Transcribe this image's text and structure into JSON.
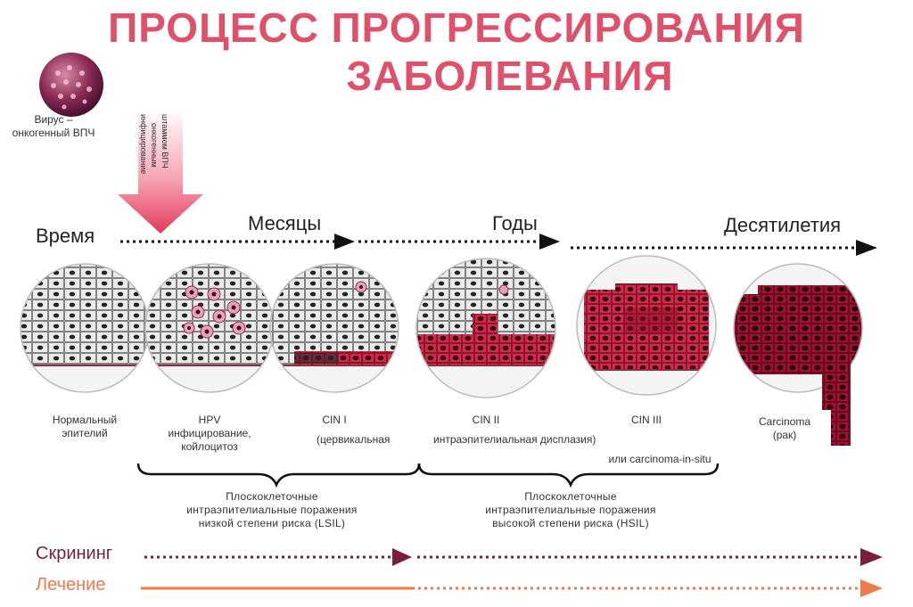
{
  "title": {
    "line1": "ПРОЦЕСС ПРОГРЕССИРОВАНИЯ",
    "line2": "ЗАБОЛЕВАНИЯ"
  },
  "virus": {
    "label_line1": "Вирус –",
    "label_line2": "онкогенный ВПЧ",
    "arrow_text_col1": "инфицирование",
    "arrow_text_col2": "онкогенным",
    "arrow_text_col3": "штаммом ВПЧ"
  },
  "timeline": {
    "time": "Время",
    "months": "Месяцы",
    "years": "Годы",
    "decades": "Десятилетия"
  },
  "stages": [
    {
      "line1": "Нормальный",
      "line2": "эпителий",
      "line3": ""
    },
    {
      "line1": "HPV",
      "line2": "инфицирование,",
      "line3": "койлоцитоз"
    },
    {
      "line1": "CIN I",
      "line2": "(цервикальная",
      "line3": ""
    },
    {
      "line1": "CIN II",
      "line2": "интраэпителиальная дисплазия)",
      "line3": ""
    },
    {
      "line1": "CIN III",
      "line2": "",
      "line3": "или carcinoma-in-situ"
    },
    {
      "line1": "Carcinoma",
      "line2": "(рак)",
      "line3": ""
    }
  ],
  "groups": {
    "lsil": {
      "line1": "Плоскоклеточные",
      "line2": "интраэпителиальные поражения",
      "line3": "низкой степени риска (LSIL)"
    },
    "hsil": {
      "line1": "Плоскоклеточные",
      "line2": "интраэпителиальные поражения",
      "line3": "высокой степени риска (HSIL)"
    }
  },
  "bottom": {
    "screening": "Скрининг",
    "treatment": "Лечение"
  },
  "colors": {
    "title": "#e0506a",
    "lesion": "#c0203c",
    "screening": "#7a1e3a",
    "treatment": "#f07a4a"
  }
}
